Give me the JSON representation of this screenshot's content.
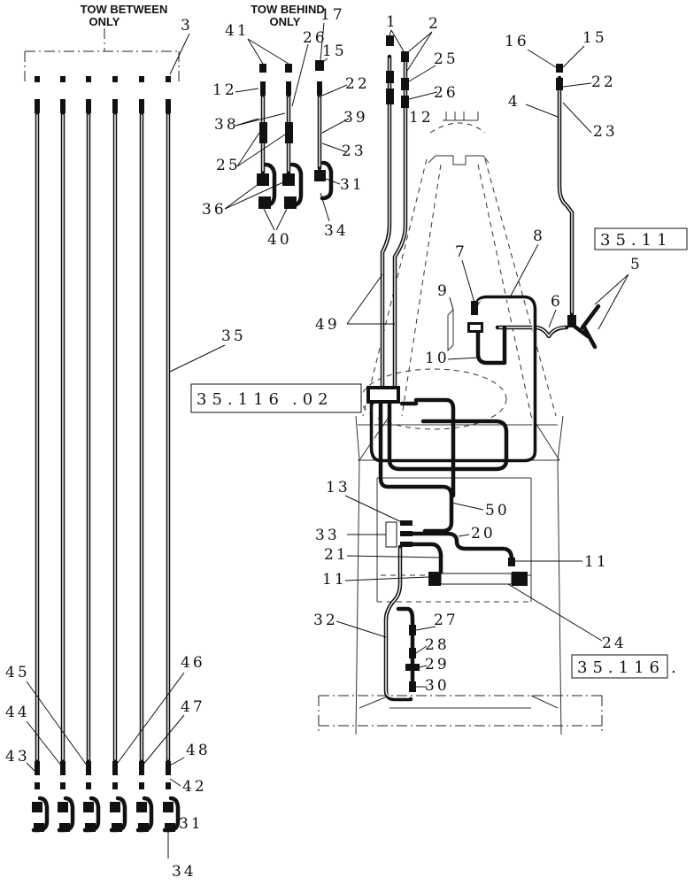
{
  "headers": {
    "tow_between": [
      "TOW BETWEEN",
      "ONLY"
    ],
    "tow_behind": [
      "TOW BEHIND",
      "ONLY"
    ]
  },
  "reference_boxes": {
    "ref_top_right": "35.11",
    "ref_left": "35.116",
    "ref_left_suffix": ".02",
    "ref_bottom_right": "35.116",
    "ref_bottom_right_suffix": "."
  },
  "callouts": {
    "c3": "3",
    "c35": "35",
    "c43": "43",
    "c44": "44",
    "c45": "45",
    "c46": "46",
    "c47": "47",
    "c48": "48",
    "c42": "42",
    "c31_bottom": "31",
    "c34_bottom": "34",
    "c41": "41",
    "c17": "17",
    "c26_top": "26",
    "c15_top": "15",
    "c12_left": "12",
    "c22_top": "22",
    "c38": "38",
    "c39": "39",
    "c25_left": "25",
    "c23_top": "23",
    "c31_top": "31",
    "c36": "36",
    "c40": "40",
    "c34_top": "34",
    "c1": "1",
    "c2": "2",
    "c25_mid": "25",
    "c26_mid": "26",
    "c12_mid": "12",
    "c16": "16",
    "c15_right": "15",
    "c22_right": "22",
    "c4": "4",
    "c23_right": "23",
    "c5": "5",
    "c6": "6",
    "c7": "7",
    "c8": "8",
    "c9": "9",
    "c10": "10",
    "c49": "49",
    "c13": "13",
    "c50": "50",
    "c33": "33",
    "c20": "20",
    "c21": "21",
    "c11_right": "11",
    "c11_left": "11",
    "c32": "32",
    "c27": "27",
    "c28": "28",
    "c24": "24",
    "c29": "29",
    "c30": "30"
  }
}
